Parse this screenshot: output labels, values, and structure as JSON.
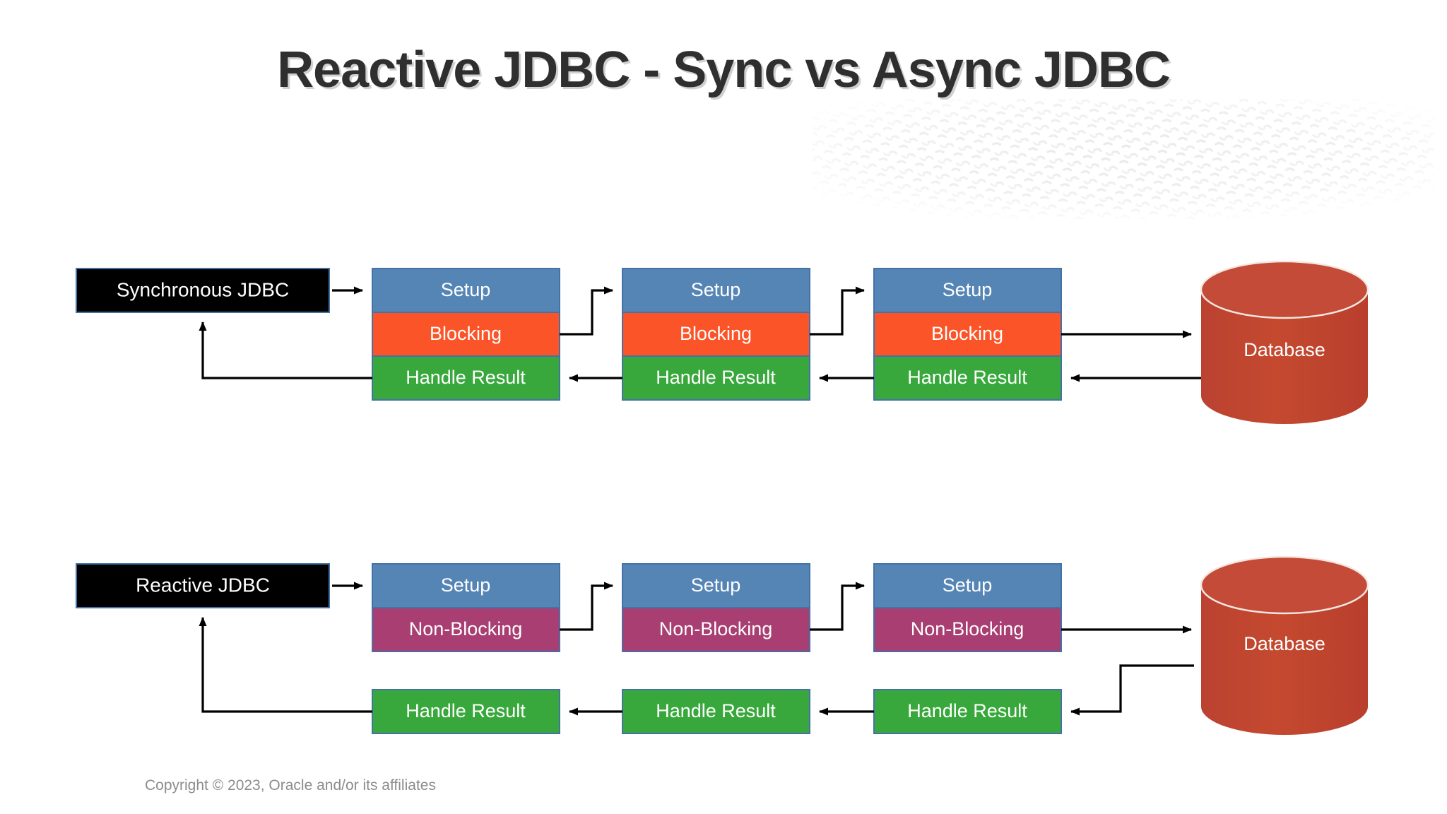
{
  "slide": {
    "title": "Reactive JDBC - Sync vs Async JDBC",
    "footer": "Copyright © 2023, Oracle and/or its affiliates",
    "background": "#ffffff",
    "title_color": "#2f2f2f",
    "footer_color": "#8c8c8c"
  },
  "palette": {
    "setup": "#5585B5",
    "blocking": "#FA5428",
    "non_blocking": "#A83E71",
    "handle_result": "#39A83C",
    "role_box": "#000000",
    "box_border": "#4472A8",
    "database": "#C1442F",
    "database_top": "#C44B37",
    "connector": "#000000"
  },
  "rows": [
    {
      "id": "synchronous",
      "role_label": "Synchronous JDBC",
      "database_label": "Database",
      "stacks": [
        {
          "bands": [
            {
              "name": "setup",
              "label": "Setup"
            },
            {
              "name": "blocking",
              "label": "Blocking"
            },
            {
              "name": "handle-result",
              "label": "Handle Result"
            }
          ]
        },
        {
          "bands": [
            {
              "name": "setup",
              "label": "Setup"
            },
            {
              "name": "blocking",
              "label": "Blocking"
            },
            {
              "name": "handle-result",
              "label": "Handle Result"
            }
          ]
        },
        {
          "bands": [
            {
              "name": "setup",
              "label": "Setup"
            },
            {
              "name": "blocking",
              "label": "Blocking"
            },
            {
              "name": "handle-result",
              "label": "Handle Result"
            }
          ]
        }
      ]
    },
    {
      "id": "reactive",
      "role_label": "Reactive JDBC",
      "database_label": "Database",
      "stacks": [
        {
          "bands": [
            {
              "name": "setup",
              "label": "Setup"
            },
            {
              "name": "non-blocking",
              "label": "Non-Blocking"
            }
          ],
          "detached": {
            "name": "handle-result",
            "label": "Handle Result"
          }
        },
        {
          "bands": [
            {
              "name": "setup",
              "label": "Setup"
            },
            {
              "name": "non-blocking",
              "label": "Non-Blocking"
            }
          ],
          "detached": {
            "name": "handle-result",
            "label": "Handle Result"
          }
        },
        {
          "bands": [
            {
              "name": "setup",
              "label": "Setup"
            },
            {
              "name": "non-blocking",
              "label": "Non-Blocking"
            }
          ],
          "detached": {
            "name": "handle-result",
            "label": "Handle Result"
          }
        }
      ]
    }
  ]
}
